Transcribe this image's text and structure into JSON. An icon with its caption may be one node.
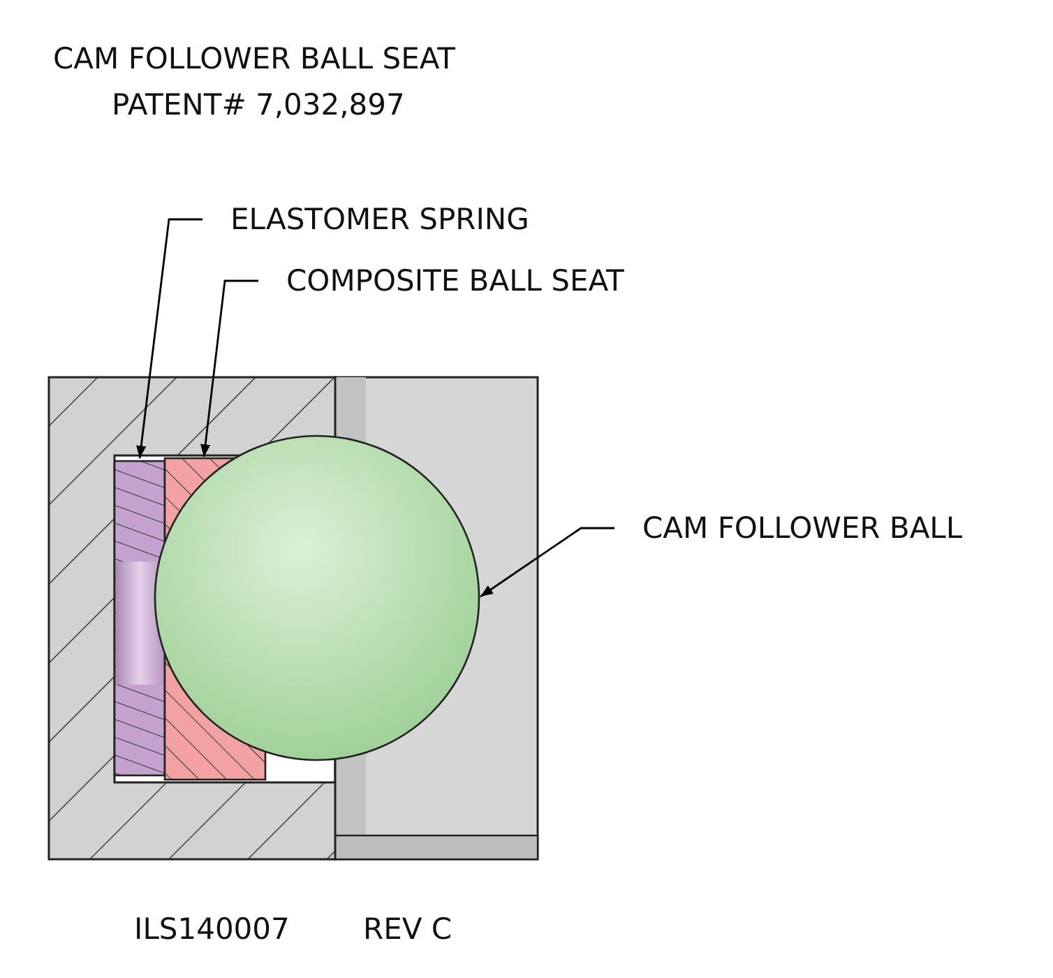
{
  "diagram": {
    "title": "CAM FOLLOWER BALL SEAT",
    "nodes": [
      {
        "text": [
          "ELASTOMER SPRING"
        ]
      },
      {
        "text": [
          "COMPOSITE BALL SEAT"
        ]
      },
      {
        "text": [
          "CAM FOLLOWER BALL"
        ]
      },
      {
        "text": [],
        "shape": "box"
      },
      {
        "text": [],
        "shape": "box"
      },
      {
        "text": [],
        "shape": "circle"
      }
    ],
    "edges": [
      {
        "from": 0,
        "to": 3,
        "arrow": "to"
      },
      {
        "from": 1,
        "to": 4,
        "arrow": "to"
      },
      {
        "from": 2,
        "to": 5,
        "arrow": "to"
      }
    ],
    "labels": [
      "PATENT# 7,032,897",
      "ILS140007",
      "REV C"
    ]
  }
}
